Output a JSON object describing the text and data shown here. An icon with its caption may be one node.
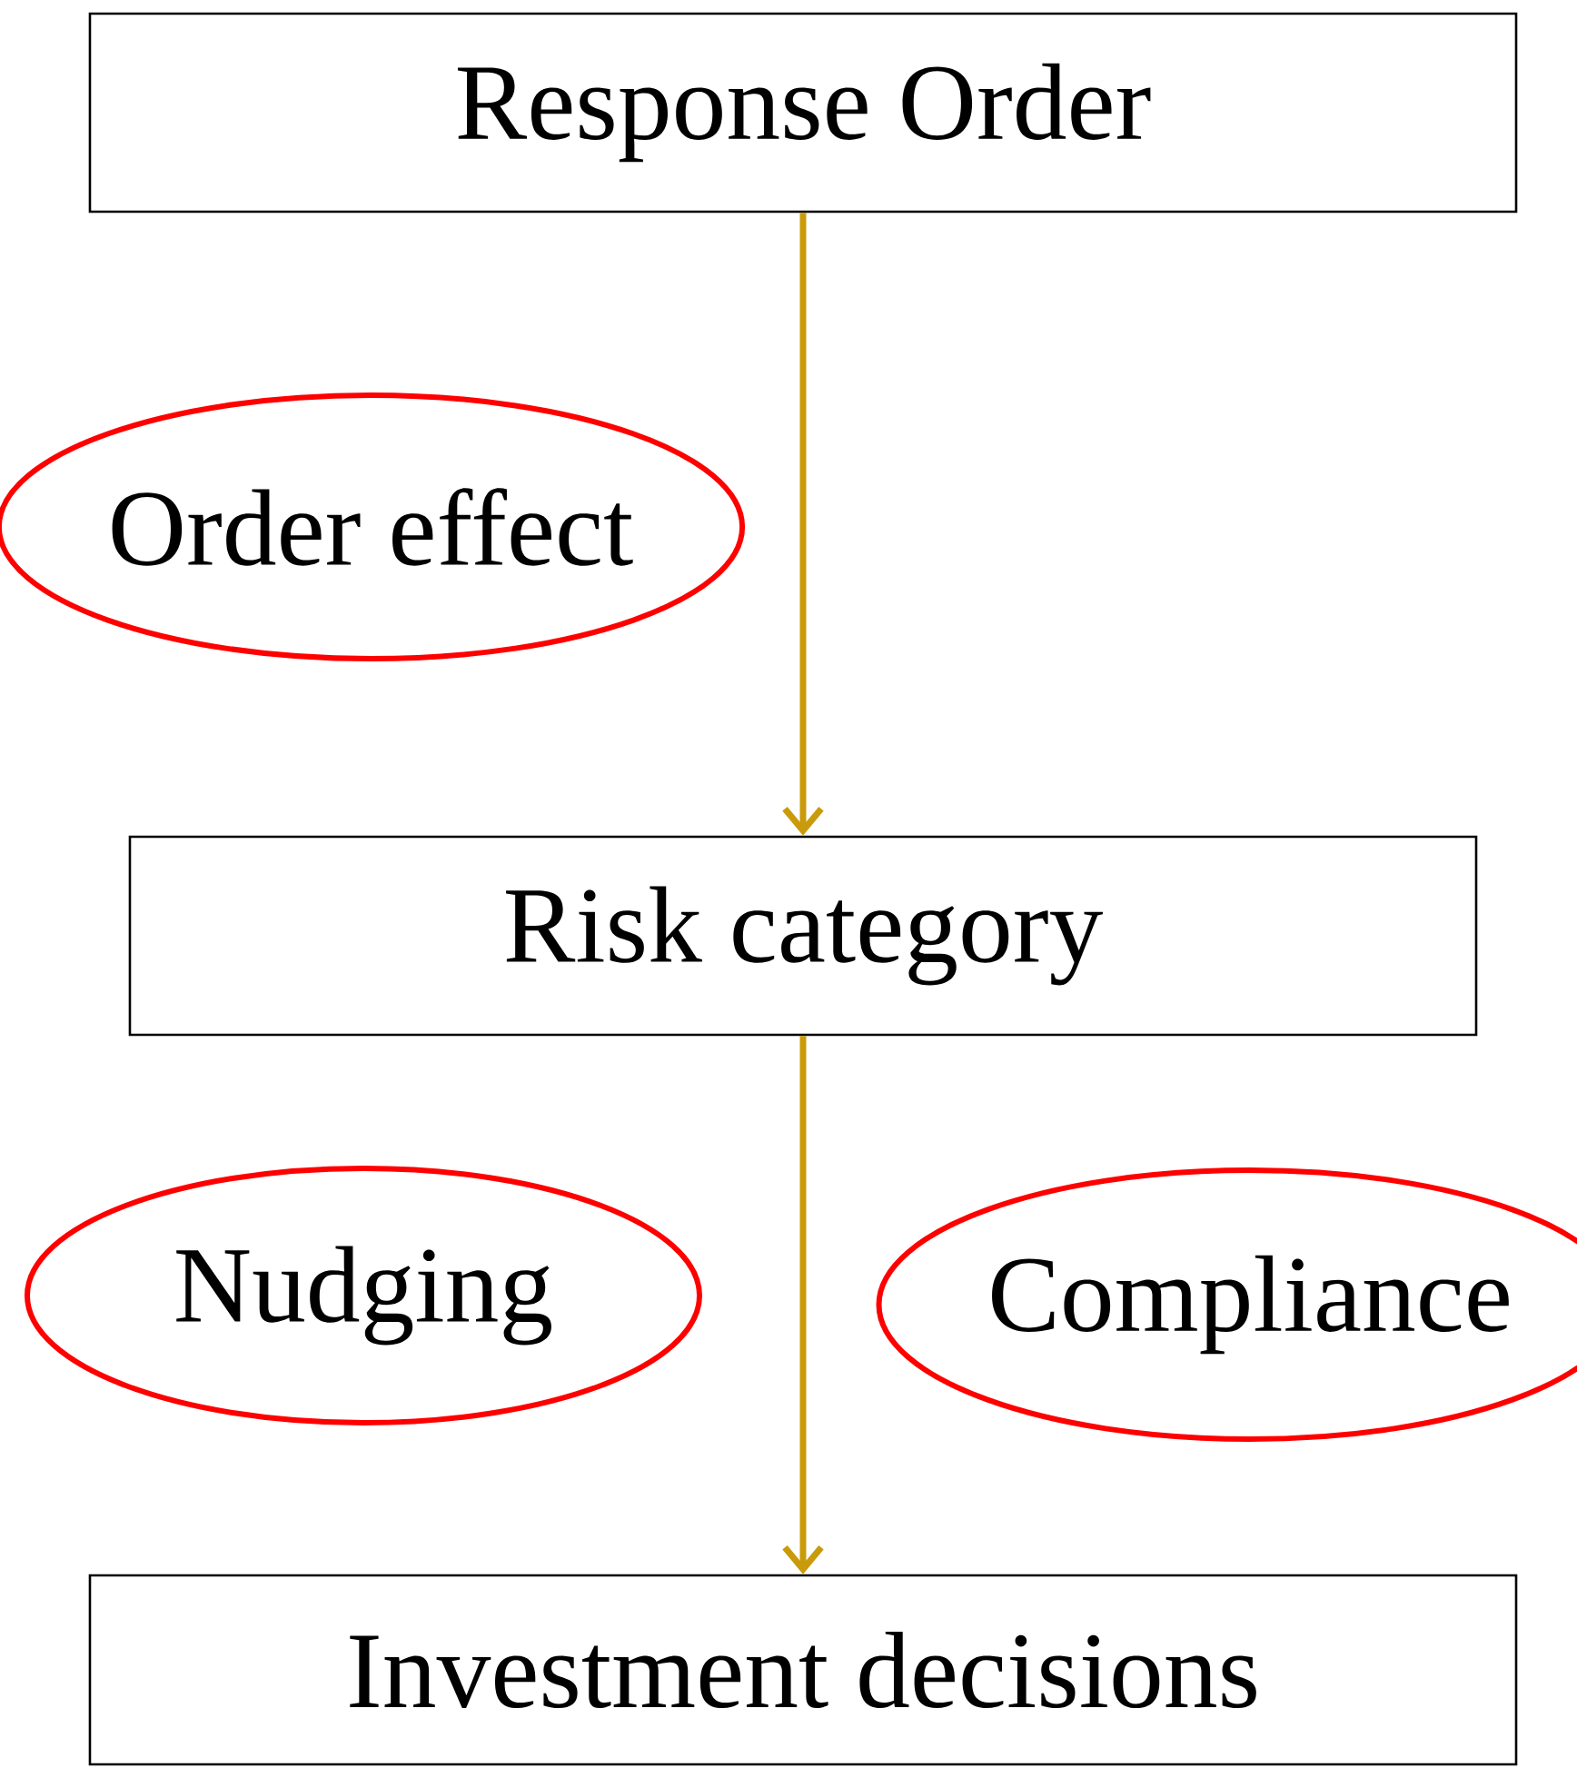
{
  "diagram": {
    "nodes": [
      {
        "text": [
          "Response Order"
        ]
      },
      {
        "text": [
          "Order effect"
        ]
      },
      {
        "text": [
          "Risk category"
        ]
      },
      {
        "text": [
          "Nudging"
        ]
      },
      {
        "text": [
          "Compliance"
        ]
      },
      {
        "text": [
          "Investment decisions"
        ]
      }
    ],
    "edges": [
      {
        "from": 0,
        "to": 2,
        "arrow": "to"
      },
      {
        "from": 2,
        "to": 5,
        "arrow": "to"
      }
    ]
  }
}
